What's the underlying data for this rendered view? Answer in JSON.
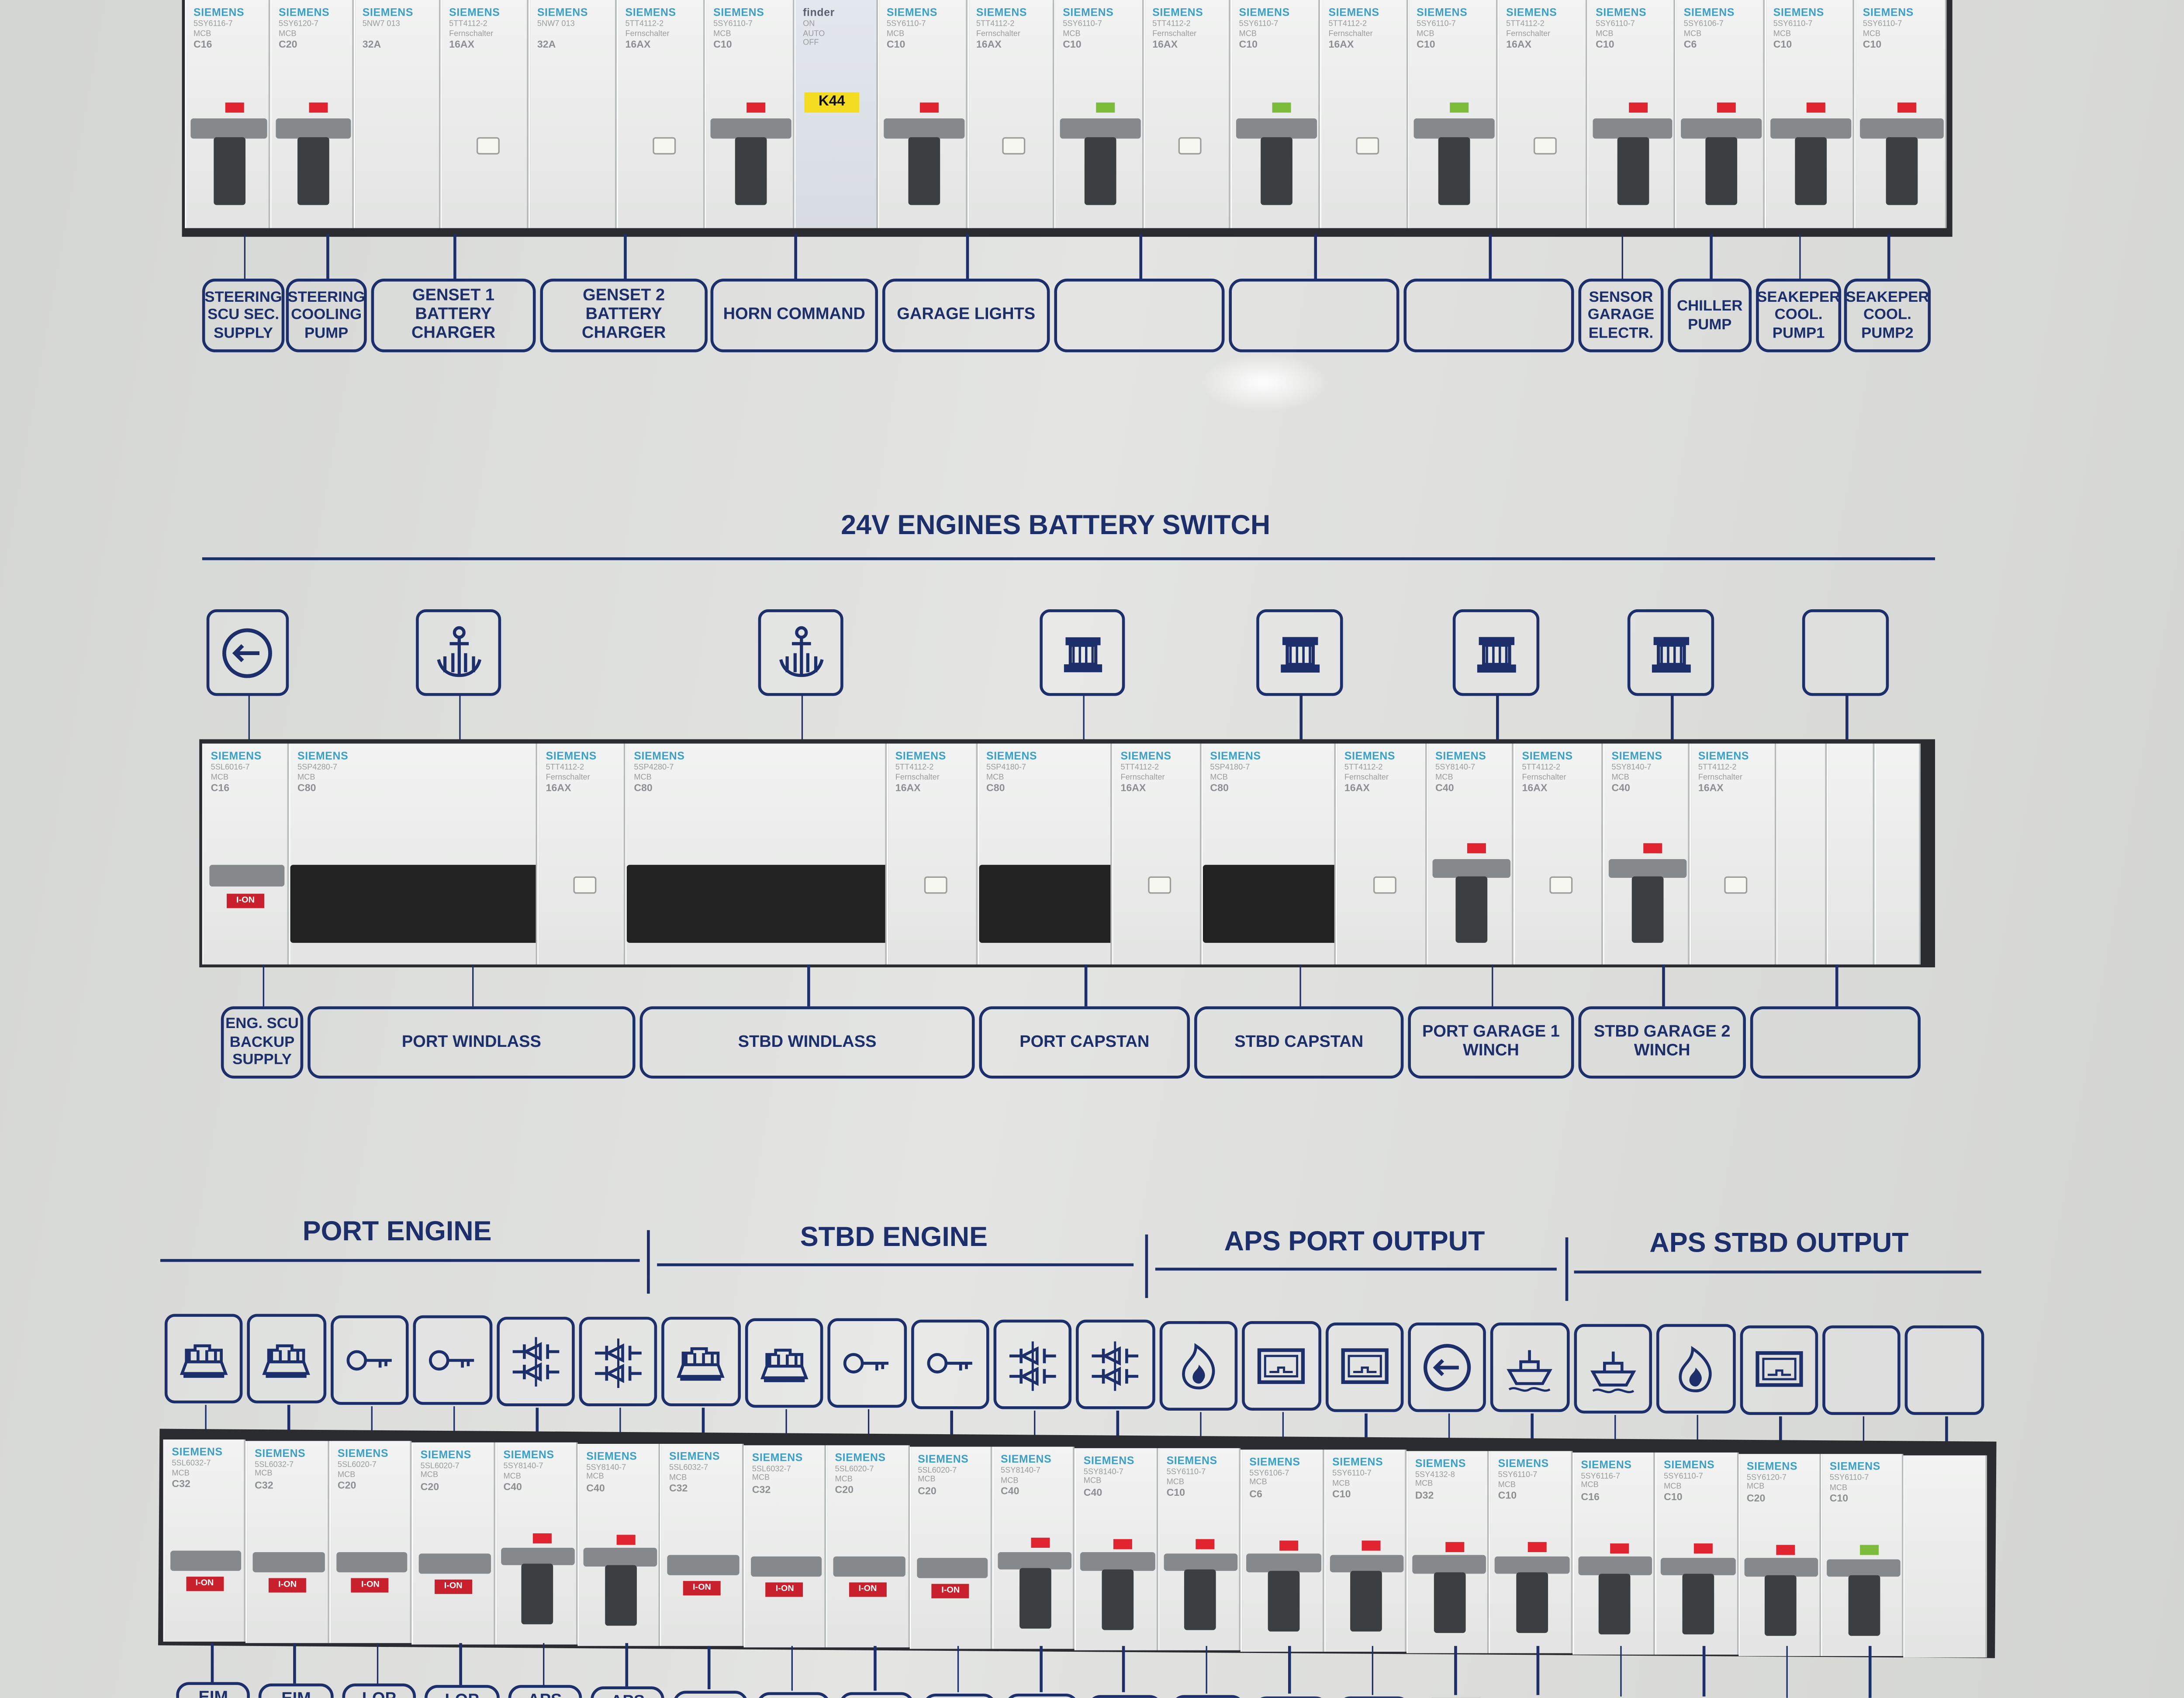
{
  "top_row": {
    "breakers": [
      {
        "brand": "SIEMENS",
        "model": "5SY6116-7\nMCB",
        "rating": "C16",
        "flag": "red"
      },
      {
        "brand": "SIEMENS",
        "model": "5SY6120-7\nMCB",
        "rating": "C20",
        "flag": "red"
      },
      {
        "brand": "SIEMENS",
        "model": "5NW7 013",
        "rating": "32A",
        "flag": "none"
      },
      {
        "brand": "SIEMENS",
        "model": "5TT4112-2\nFernschalter",
        "rating": "16AX",
        "flag": "switch"
      },
      {
        "brand": "SIEMENS",
        "model": "5NW7 013",
        "rating": "32A",
        "flag": "none"
      },
      {
        "brand": "SIEMENS",
        "model": "5TT4112-2\nFernschalter",
        "rating": "16AX",
        "flag": "switch"
      },
      {
        "brand": "SIEMENS",
        "model": "5SY6110-7\nMCB",
        "rating": "C10",
        "flag": "red"
      },
      {
        "brand": "finder",
        "model": "ON\nAUTO\nOFF",
        "rating": "K44",
        "flag": "relay"
      },
      {
        "brand": "SIEMENS",
        "model": "5SY6110-7\nMCB",
        "rating": "C10",
        "flag": "red"
      },
      {
        "brand": "SIEMENS",
        "model": "5TT4112-2\nFernschalter",
        "rating": "16AX",
        "flag": "switch"
      },
      {
        "brand": "SIEMENS",
        "model": "5SY6110-7\nMCB",
        "rating": "C10",
        "flag": "green"
      },
      {
        "brand": "SIEMENS",
        "model": "5TT4112-2\nFernschalter",
        "rating": "16AX",
        "flag": "switch"
      },
      {
        "brand": "SIEMENS",
        "model": "5SY6110-7\nMCB",
        "rating": "C10",
        "flag": "green"
      },
      {
        "brand": "SIEMENS",
        "model": "5TT4112-2\nFernschalter",
        "rating": "16AX",
        "flag": "switch"
      },
      {
        "brand": "SIEMENS",
        "model": "5SY6110-7\nMCB",
        "rating": "C10",
        "flag": "green"
      },
      {
        "brand": "SIEMENS",
        "model": "5TT4112-2\nFernschalter",
        "rating": "16AX",
        "flag": "switch"
      },
      {
        "brand": "SIEMENS",
        "model": "5SY6110-7\nMCB",
        "rating": "C10",
        "flag": "red"
      },
      {
        "brand": "SIEMENS",
        "model": "5SY6106-7\nMCB",
        "rating": "C6",
        "flag": "red"
      },
      {
        "brand": "SIEMENS",
        "model": "5SY6110-7\nMCB",
        "rating": "C10",
        "flag": "red"
      },
      {
        "brand": "SIEMENS",
        "model": "5SY6110-7\nMCB",
        "rating": "C10",
        "flag": "red"
      }
    ],
    "labels": [
      "STEERING SCU SEC. SUPPLY",
      "STEERING COOLING PUMP",
      "GENSET 1 BATTERY CHARGER",
      "GENSET 2 BATTERY CHARGER",
      "HORN COMMAND",
      "GARAGE LIGHTS",
      "",
      "",
      "",
      "SENSOR GARAGE ELECTR.",
      "CHILLER PUMP",
      "SEAKEPER COOL. PUMP1",
      "SEAKEPER COOL. PUMP2"
    ]
  },
  "middle_section": {
    "title": "24V ENGINES BATTERY SWITCH",
    "icons": [
      "arrow-left-circle-icon",
      "anchor-icon",
      "anchor-icon",
      "capstan-icon",
      "capstan-icon",
      "capstan-icon",
      "capstan-icon",
      "empty"
    ],
    "breakers": [
      {
        "brand": "SIEMENS",
        "model": "5SL6016-7\nMCB",
        "rating": "C16",
        "flag": "ion",
        "indicator": "I-ON"
      },
      {
        "brand": "SIEMENS",
        "model": "5SP4280-7\nMCB",
        "rating": "C80",
        "flag": "big"
      },
      {
        "brand": "SIEMENS",
        "model": "5TT4112-2\nFernschalter",
        "rating": "16AX",
        "flag": "switch"
      },
      {
        "brand": "SIEMENS",
        "model": "5SP4280-7\nMCB",
        "rating": "C80",
        "flag": "big"
      },
      {
        "brand": "SIEMENS",
        "model": "5TT4112-2\nFernschalter",
        "rating": "16AX",
        "flag": "switch"
      },
      {
        "brand": "SIEMENS",
        "model": "5SP4180-7\nMCB",
        "rating": "C80",
        "flag": "big"
      },
      {
        "brand": "SIEMENS",
        "model": "5TT4112-2\nFernschalter",
        "rating": "16AX",
        "flag": "switch"
      },
      {
        "brand": "SIEMENS",
        "model": "5SP4180-7\nMCB",
        "rating": "C80",
        "flag": "big"
      },
      {
        "brand": "SIEMENS",
        "model": "5TT4112-2\nFernschalter",
        "rating": "16AX",
        "flag": "switch"
      },
      {
        "brand": "SIEMENS",
        "model": "5SY8140-7\nMCB",
        "rating": "C40",
        "flag": "red"
      },
      {
        "brand": "SIEMENS",
        "model": "5TT4112-2\nFernschalter",
        "rating": "16AX",
        "flag": "switch"
      },
      {
        "brand": "SIEMENS",
        "model": "5SY8140-7\nMCB",
        "rating": "C40",
        "flag": "red"
      },
      {
        "brand": "SIEMENS",
        "model": "5TT4112-2\nFernschalter",
        "rating": "16AX",
        "flag": "switch"
      }
    ],
    "labels": [
      "ENG. SCU BACKUP SUPPLY",
      "PORT WINDLASS",
      "STBD WINDLASS",
      "PORT CAPSTAN",
      "STBD CAPSTAN",
      "PORT GARAGE 1 WINCH",
      "STBD GARAGE 2 WINCH",
      ""
    ]
  },
  "bottom_section": {
    "headings": [
      "PORT ENGINE",
      "STBD ENGINE",
      "APS PORT OUTPUT",
      "APS STBD OUTPUT"
    ],
    "icons": [
      "engine-icon",
      "engine-icon",
      "key-icon",
      "key-icon",
      "rectifier-icon",
      "rectifier-icon",
      "engine-icon",
      "engine-icon",
      "key-icon",
      "key-icon",
      "rectifier-icon",
      "rectifier-icon",
      "flame-icon",
      "monitor-icon",
      "monitor-icon",
      "arrow-left-circle-icon",
      "boat-icon",
      "boat-icon",
      "flame-icon",
      "monitor-icon",
      "empty",
      "empty"
    ],
    "breakers": [
      {
        "brand": "SIEMENS",
        "model": "5SL6032-7\nMCB",
        "rating": "C32",
        "flag": "ion",
        "indicator": "I-ON"
      },
      {
        "brand": "SIEMENS",
        "model": "5SL6032-7\nMCB",
        "rating": "C32",
        "flag": "ion",
        "indicator": "I-ON"
      },
      {
        "brand": "SIEMENS",
        "model": "5SL6020-7\nMCB",
        "rating": "C20",
        "flag": "ion",
        "indicator": "I-ON"
      },
      {
        "brand": "SIEMENS",
        "model": "5SL6020-7\nMCB",
        "rating": "C20",
        "flag": "ion",
        "indicator": "I-ON"
      },
      {
        "brand": "SIEMENS",
        "model": "5SY8140-7\nMCB",
        "rating": "C40",
        "flag": "red"
      },
      {
        "brand": "SIEMENS",
        "model": "5SY8140-7\nMCB",
        "rating": "C40",
        "flag": "red"
      },
      {
        "brand": "SIEMENS",
        "model": "5SL6032-7\nMCB",
        "rating": "C32",
        "flag": "ion",
        "indicator": "I-ON"
      },
      {
        "brand": "SIEMENS",
        "model": "5SL6032-7\nMCB",
        "rating": "C32",
        "flag": "ion",
        "indicator": "I-ON"
      },
      {
        "brand": "SIEMENS",
        "model": "5SL6020-7\nMCB",
        "rating": "C20",
        "flag": "ion",
        "indicator": "I-ON"
      },
      {
        "brand": "SIEMENS",
        "model": "5SL6020-7\nMCB",
        "rating": "C20",
        "flag": "ion",
        "indicator": "I-ON"
      },
      {
        "brand": "SIEMENS",
        "model": "5SY8140-7\nMCB",
        "rating": "C40",
        "flag": "red"
      },
      {
        "brand": "SIEMENS",
        "model": "5SY8140-7\nMCB",
        "rating": "C40",
        "flag": "red"
      },
      {
        "brand": "SIEMENS",
        "model": "5SY6110-7\nMCB",
        "rating": "C10",
        "flag": "red"
      },
      {
        "brand": "SIEMENS",
        "model": "5SY6106-7\nMCB",
        "rating": "C6",
        "flag": "red"
      },
      {
        "brand": "SIEMENS",
        "model": "5SY6110-7\nMCB",
        "rating": "C10",
        "flag": "red"
      },
      {
        "brand": "SIEMENS",
        "model": "5SY4132-8\nMCB",
        "rating": "D32",
        "flag": "red"
      },
      {
        "brand": "SIEMENS",
        "model": "5SY6110-7\nMCB",
        "rating": "C10",
        "flag": "red"
      },
      {
        "brand": "SIEMENS",
        "model": "5SY6116-7\nMCB",
        "rating": "C16",
        "flag": "red"
      },
      {
        "brand": "SIEMENS",
        "model": "5SY6110-7\nMCB",
        "rating": "C10",
        "flag": "red"
      },
      {
        "brand": "SIEMENS",
        "model": "5SY6120-7\nMCB",
        "rating": "C20",
        "flag": "red"
      },
      {
        "brand": "SIEMENS",
        "model": "5SY6110-7\nMCB",
        "rating": "C10",
        "flag": "green"
      }
    ],
    "labels": [
      "EIM",
      "EIM",
      "LOP",
      "LOP",
      "APS",
      "APS"
    ]
  }
}
